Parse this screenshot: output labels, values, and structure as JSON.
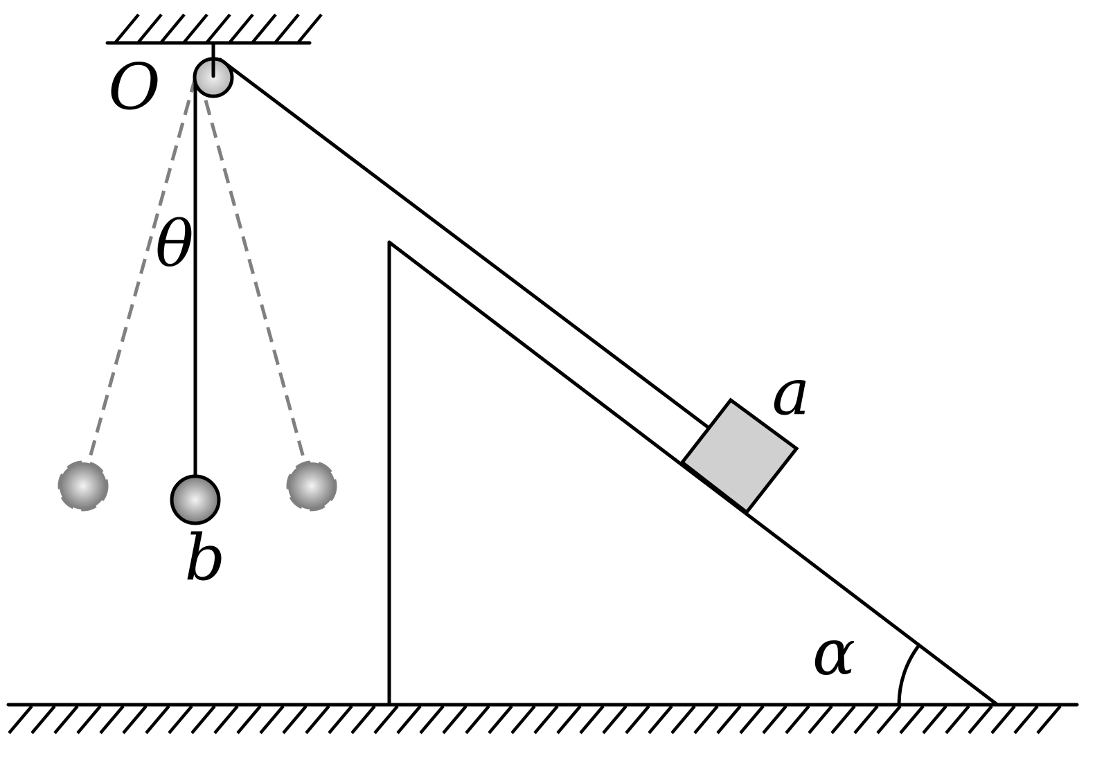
{
  "labels": {
    "pivot": "O",
    "angle_theta": "θ",
    "ball": "b",
    "block": "a",
    "angle_alpha": "α"
  },
  "colors": {
    "ink": "#000000",
    "ghost_line": "#808080",
    "block_fill": "#d0d0d0",
    "pulley_fill": "#c8c8c8",
    "ball_center": "#f4f4f4",
    "ball_edge": "#6e6e6e"
  }
}
